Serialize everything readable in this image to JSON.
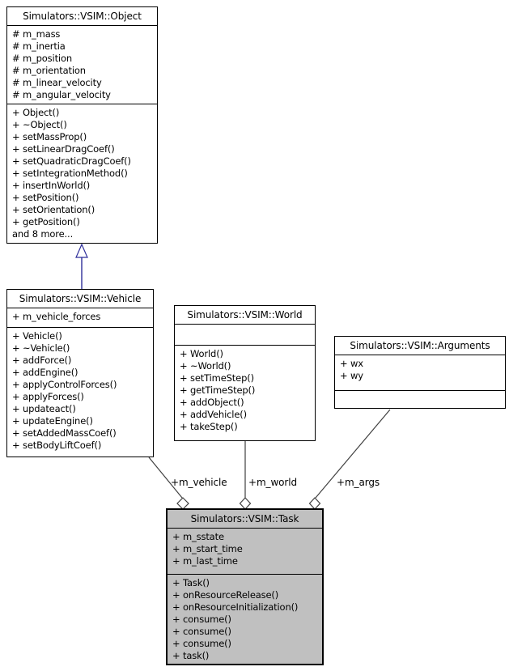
{
  "diagram": {
    "colors": {
      "background": "#ffffff",
      "box_border": "#000000",
      "box_fill": "#ffffff",
      "task_fill": "#c0c0c0",
      "edge_color": "#404040",
      "inheritance_color": "#2e2e9a",
      "text_color": "#000000"
    },
    "classes": {
      "object": {
        "title": "Simulators::VSIM::Object",
        "attributes": [
          "# m_mass",
          "# m_inertia",
          "# m_position",
          "# m_orientation",
          "# m_linear_velocity",
          "# m_angular_velocity"
        ],
        "methods": [
          "+ Object()",
          "+ ~Object()",
          "+ setMassProp()",
          "+ setLinearDragCoef()",
          "+ setQuadraticDragCoef()",
          "+ setIntegrationMethod()",
          "+ insertInWorld()",
          "+ setPosition()",
          "+ setOrientation()",
          "+ getPosition()",
          "and 8 more..."
        ]
      },
      "vehicle": {
        "title": "Simulators::VSIM::Vehicle",
        "attributes": [
          "+ m_vehicle_forces"
        ],
        "methods": [
          "+ Vehicle()",
          "+ ~Vehicle()",
          "+ addForce()",
          "+ addEngine()",
          "+ applyControlForces()",
          "+ applyForces()",
          "+ updateact()",
          "+ updateEngine()",
          "+ setAddedMassCoef()",
          "+ setBodyLiftCoef()"
        ]
      },
      "world": {
        "title": "Simulators::VSIM::World",
        "attributes": [],
        "methods": [
          "+ World()",
          "+ ~World()",
          "+ setTimeStep()",
          "+ getTimeStep()",
          "+ addObject()",
          "+ addVehicle()",
          "+ takeStep()"
        ]
      },
      "arguments": {
        "title": "Simulators::VSIM::Arguments",
        "attributes": [
          "+ wx",
          "+ wy"
        ],
        "methods": []
      },
      "task": {
        "title": "Simulators::VSIM::Task",
        "attributes": [
          "+ m_sstate",
          "+ m_start_time",
          "+ m_last_time"
        ],
        "methods": [
          "+ Task()",
          "+ onResourceRelease()",
          "+ onResourceInitialization()",
          "+ consume()",
          "+ consume()",
          "+ consume()",
          "+ task()"
        ]
      }
    },
    "edges": {
      "vehicle_label": "+m_vehicle",
      "world_label": "+m_world",
      "args_label": "+m_args"
    }
  }
}
